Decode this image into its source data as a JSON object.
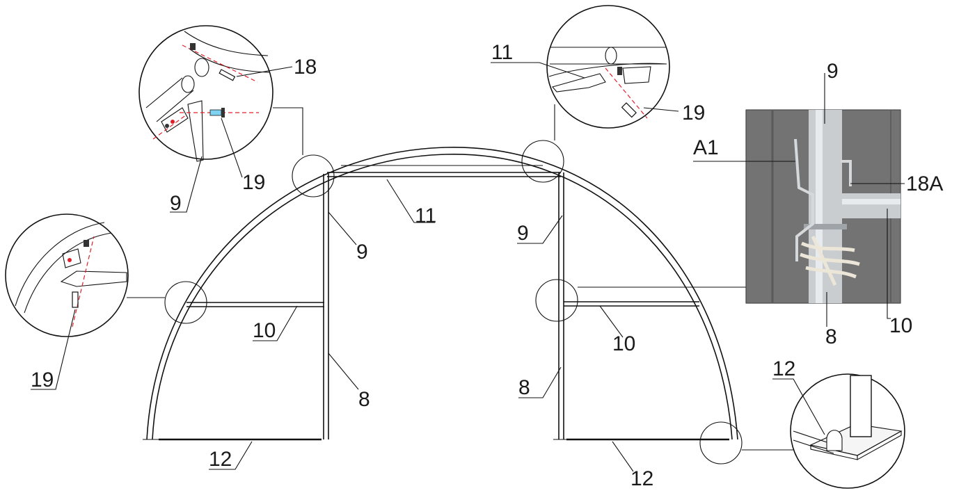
{
  "labels": {
    "part_8": "8",
    "part_9": "9",
    "part_10": "10",
    "part_11": "11",
    "part_12": "12",
    "part_18": "18",
    "part_18a": "18A",
    "part_19": "19",
    "part_a1": "A1"
  },
  "colors": {
    "line": "#111111",
    "dashed_axis": "#e0202a",
    "photo_bg": "#6f6f6f",
    "pipe": "#c9cdd0"
  }
}
